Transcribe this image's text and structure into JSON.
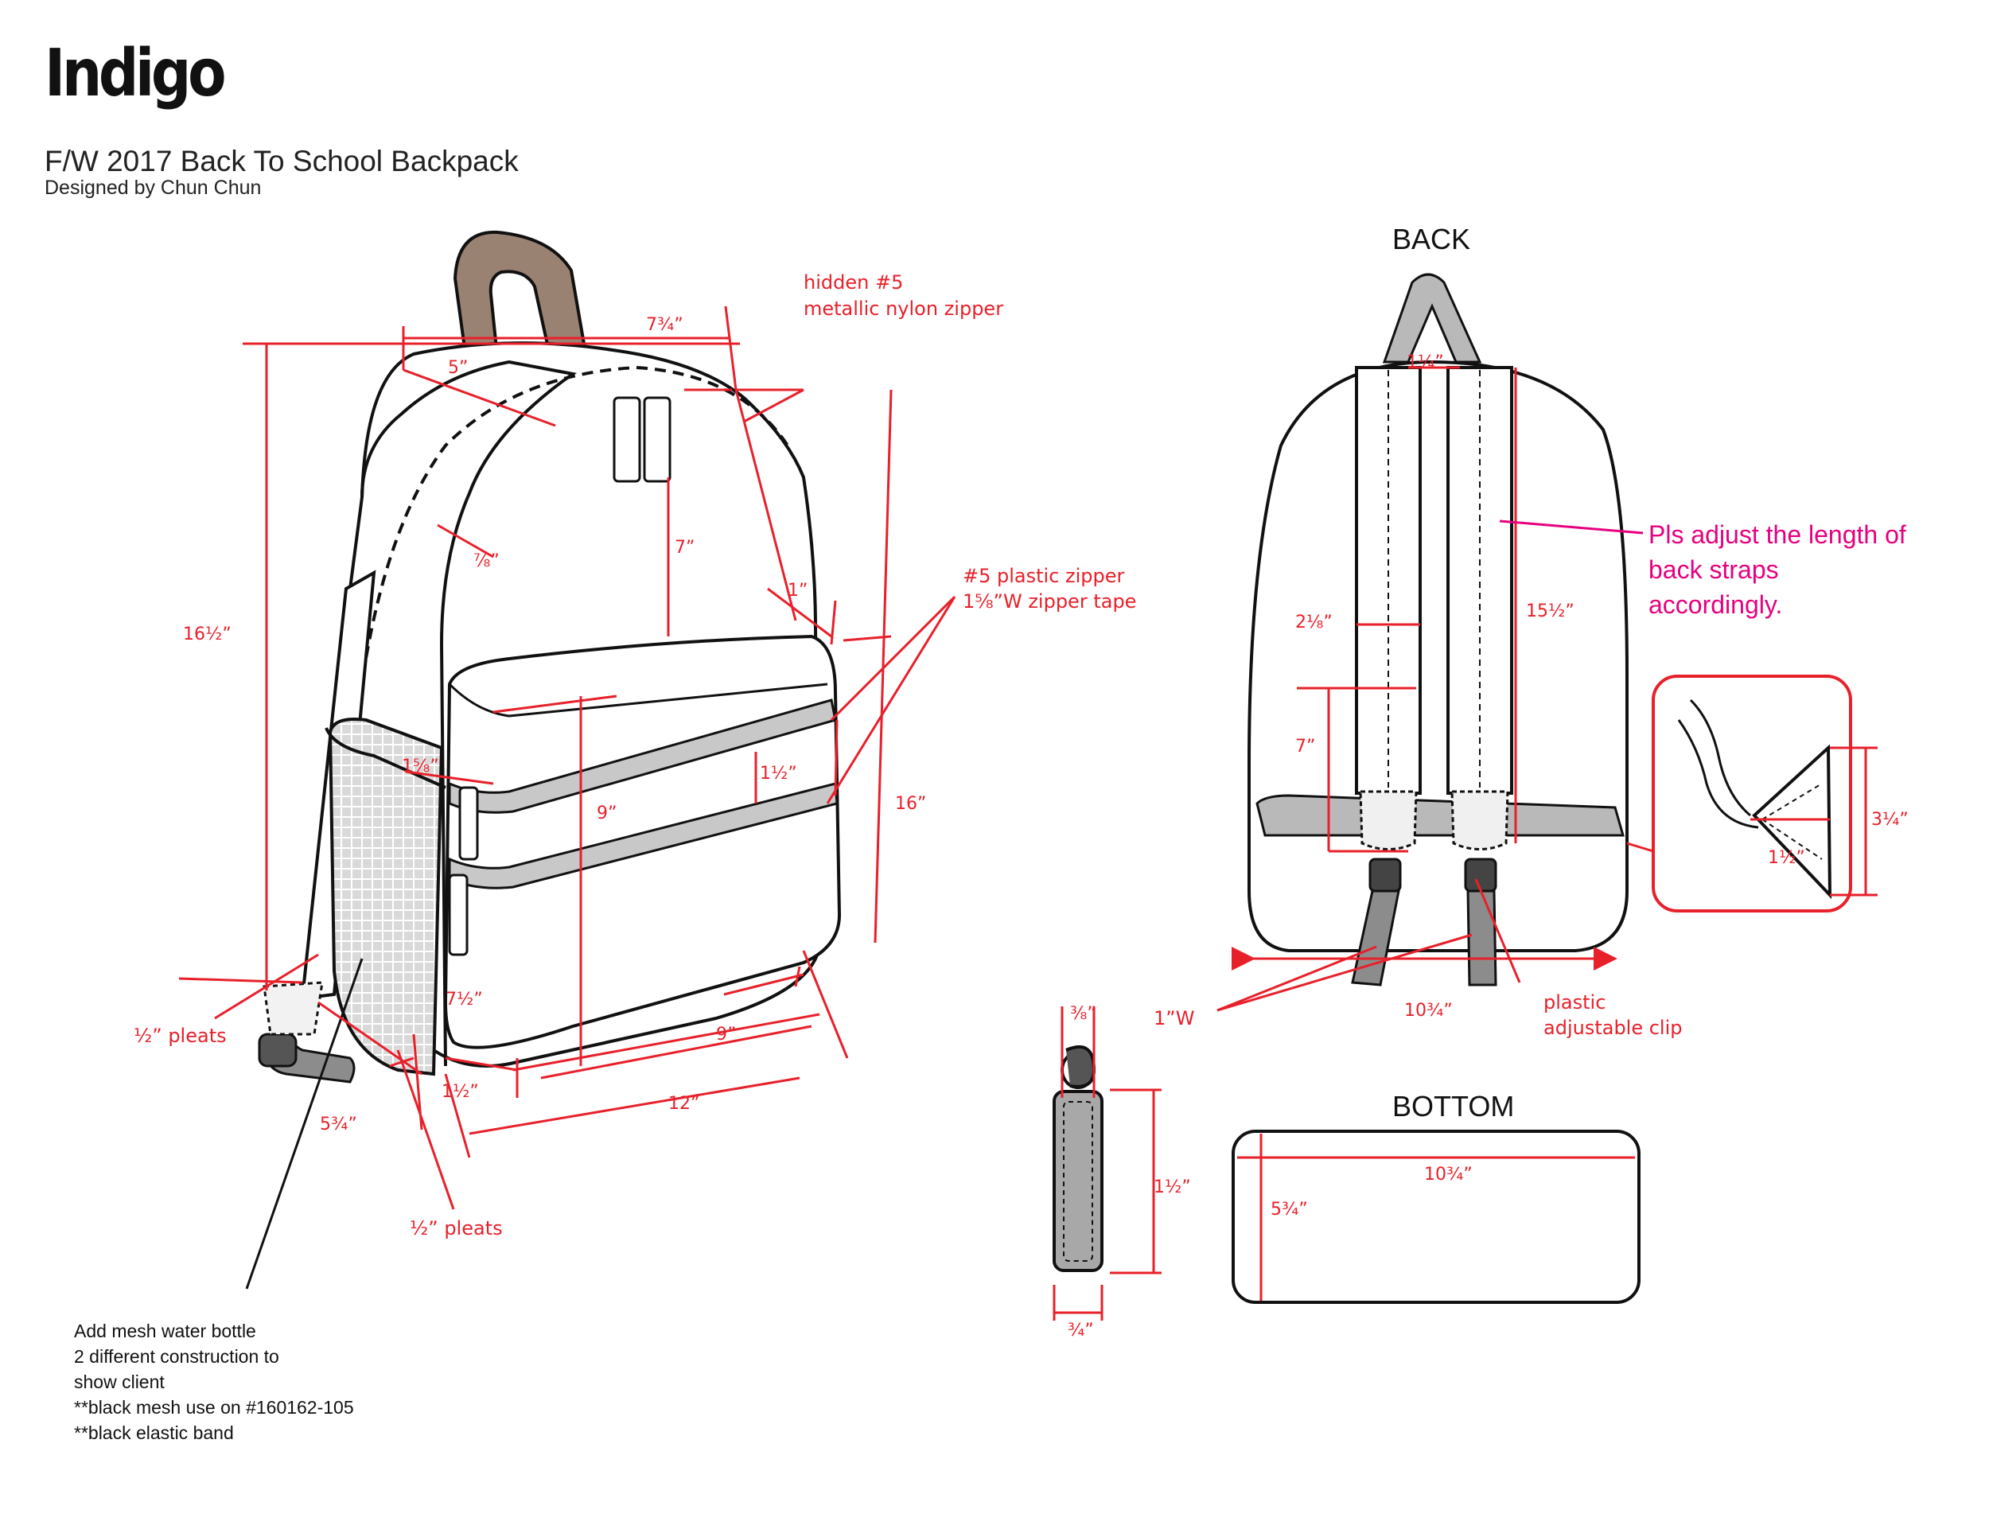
{
  "header": {
    "brand": "Indigo",
    "title": "F/W 2017 Back To School Backpack",
    "subtitle": "Designed by Chun Chun"
  },
  "views": {
    "back": "BACK",
    "bottom": "BOTTOM"
  },
  "callouts": {
    "hidden_zipper_1": "hidden #5",
    "hidden_zipper_2": "metallic nylon zipper",
    "plastic_zipper_1": "#5 plastic zipper",
    "plastic_zipper_2": "1⅝”W zipper tape",
    "pleats_left": "½” pleats",
    "pleats_bottom": "½” pleats",
    "strap_width": "1”W",
    "clip_1": "plastic",
    "clip_2": "adjustable clip",
    "strap_note": "Pls adjust the length of back straps accordingly."
  },
  "dimensions": {
    "top_width": "7¾”",
    "top_depth": "5”",
    "height_total": "16½”",
    "zip_inset": "⅞”",
    "front_drop": "7”",
    "pocket_step": "1”",
    "pocket_zip": "1⅝”",
    "zip_gap": "1½”",
    "pocket_height": "9”",
    "front_height": "16”",
    "side_lower": "7½”",
    "base_depth": "1½”",
    "pocket_width": "9”",
    "base_width": "12”",
    "side_strap": "5¾”",
    "back_top_strap": "1¼”",
    "back_strap_w": "2⅛”",
    "back_strap_len": "15½”",
    "back_strap_low": "7”",
    "back_width": "10¾”",
    "detail_h": "3¼”",
    "detail_w": "1½”",
    "pull_top": "⅜”",
    "pull_len": "1½”",
    "pull_w": "¾”",
    "bottom_w": "10¾”",
    "bottom_d": "5¾”"
  },
  "notes": [
    "Add mesh water bottle",
    "2 different construction to",
    "show client",
    "**black mesh use on #160162-105",
    "**black elastic band"
  ],
  "colors": {
    "dimension_red": "#e8202a",
    "note_magenta": "#e6007e",
    "handle_brown": "#9a8273",
    "webbing_grey": "#b9b9b9"
  }
}
